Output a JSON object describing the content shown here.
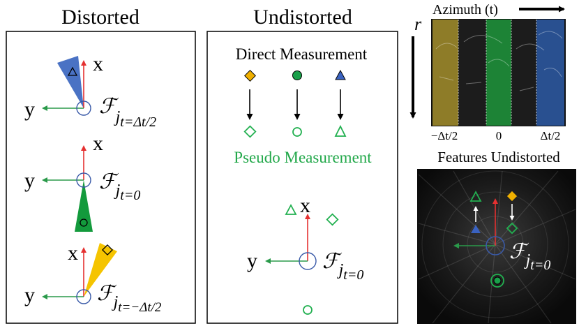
{
  "panels": {
    "distorted": {
      "title": "Distorted"
    },
    "undistorted": {
      "title": "Undistorted"
    }
  },
  "axes": {
    "x_label": "x",
    "y_label": "y"
  },
  "frames": {
    "script": "ℱ",
    "top_sub": "j",
    "top_subsub": "t=Δt/2",
    "mid_sub": "j",
    "mid_subsub": "t=0",
    "bot_sub": "j",
    "bot_subsub": "t=−Δt/2",
    "und_sub": "j",
    "und_subsub": "t=0",
    "feat_sub": "j",
    "feat_subsub": "t=0"
  },
  "measurements": {
    "direct_label": "Direct Measurement",
    "pseudo_label": "Pseudo Measurement"
  },
  "radar": {
    "azimuth_label": "Azimuth (t)",
    "range_label": "r",
    "ticks": [
      "−Δt/2",
      "0",
      "Δt/2"
    ],
    "features_title": "Features Undistorted"
  },
  "colors": {
    "x_axis": "#e53030",
    "y_axis": "#2a9a4a",
    "frame_circle": "#3a5aa8",
    "blue_wedge": "#4a72c4",
    "green_wedge": "#139a3c",
    "yellow_wedge": "#f5c400",
    "diamond": "#f0b000",
    "circle_marker": "#1aa04a",
    "triangle": "#3a62c0",
    "pseudo": "#22b050",
    "pseudo_text": "#22a84a",
    "strip_yellow": "#b8a030",
    "strip_green": "#20a040",
    "strip_blue": "#3060b0"
  }
}
